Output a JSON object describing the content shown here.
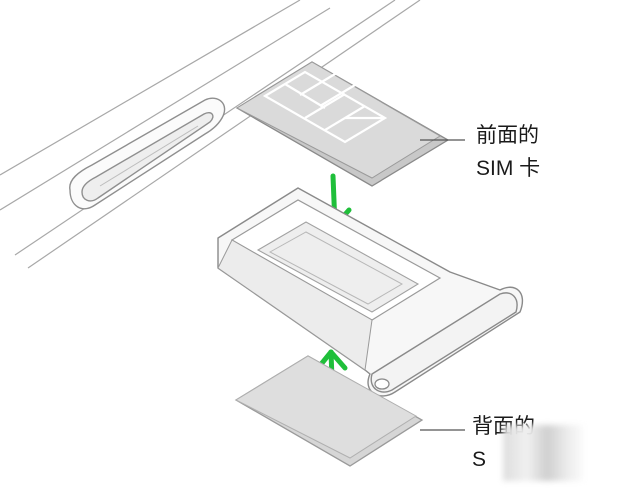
{
  "labels": {
    "front_sim": {
      "line1": "前面的",
      "line2": "SIM 卡"
    },
    "back_sim": {
      "line1": "背面的",
      "line2": "S"
    }
  },
  "colors": {
    "outline": "#8a8a8a",
    "sim_fill": "#d9d9d9",
    "sim_edge": "#c4c4c4",
    "tray_fill": "#f7f7f7",
    "arrow": "#1fbf3a",
    "leader_line": "#555555"
  },
  "icons": {
    "arrow_down": "green-arrow-down-icon",
    "arrow_up": "green-arrow-up-icon"
  }
}
